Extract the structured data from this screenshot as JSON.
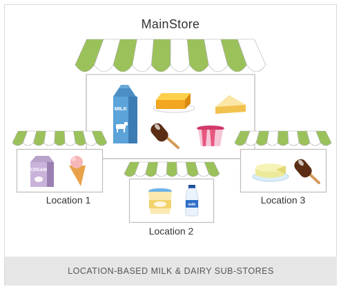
{
  "main_store": {
    "title": "MainStore"
  },
  "locations": [
    {
      "label": "Location 1"
    },
    {
      "label": "Location 2"
    },
    {
      "label": "Location 3"
    }
  ],
  "footer": {
    "caption": "LOCATION-BASED MILK & DAIRY SUB-STORES"
  },
  "product_labels": {
    "milk_carton": "MILK",
    "cream_box": "CREAM",
    "milk_bottle": "milk"
  },
  "colors": {
    "awning_green": "#9bc25a",
    "awning_white": "#ffffff",
    "frame_gray": "#bdbdbd",
    "footer_bg": "#e6e6e6",
    "text": "#333333"
  },
  "icons": {
    "main": [
      "milk-carton-icon",
      "butter-icon",
      "cheese-wedge-icon",
      "chocolate-ice-cream-bar-icon",
      "yogurt-cup-icon"
    ],
    "location_1": [
      "cream-box-icon",
      "ice-cream-cone-icon"
    ],
    "location_2": [
      "yogurt-tub-icon",
      "milk-bottle-icon"
    ],
    "location_3": [
      "cheese-wheel-icon",
      "chocolate-ice-cream-bar-icon"
    ]
  }
}
